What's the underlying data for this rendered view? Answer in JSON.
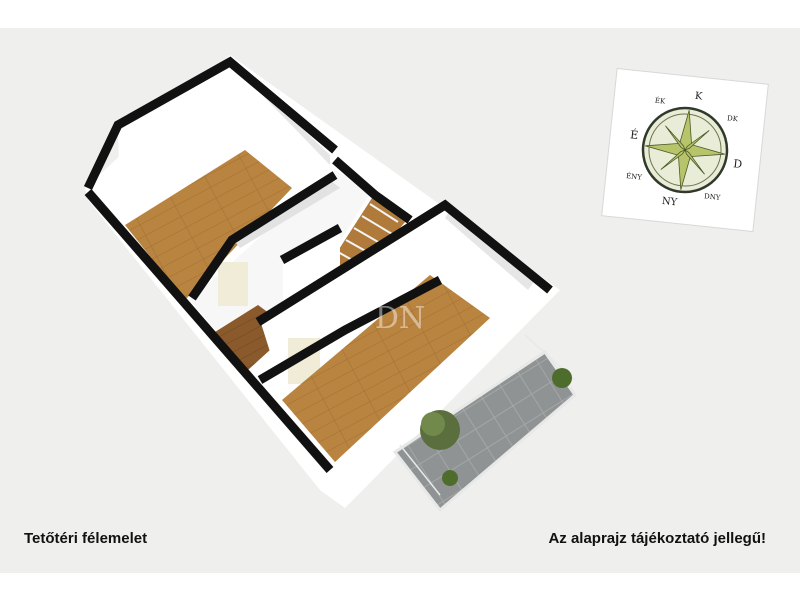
{
  "captions": {
    "floor_name": "Tetőtéri félemelet",
    "disclaimer": "Az alaprajz tájékoztató jellegű!"
  },
  "watermark": {
    "text": "DN"
  },
  "compass": {
    "labels": {
      "north": "É",
      "northeast": "ÉK",
      "east": "K",
      "southeast": "DK",
      "south": "D",
      "southwest": "DNY",
      "west": "NY",
      "northwest": "ÉNY"
    },
    "star_color": "#b7c46a",
    "ring_color": "#2f3a2a"
  },
  "colors": {
    "background": "#efefed",
    "wall_top": "#111111",
    "wall_face": "#ffffff",
    "wall_shadow": "#dcdcdc",
    "wood_floor": "#b9843f",
    "dark_wood_floor": "#8a5a2c",
    "terrace_tiles": "#8f9393",
    "railing": "#e8e8e8",
    "plant": "#5b7a3a"
  }
}
